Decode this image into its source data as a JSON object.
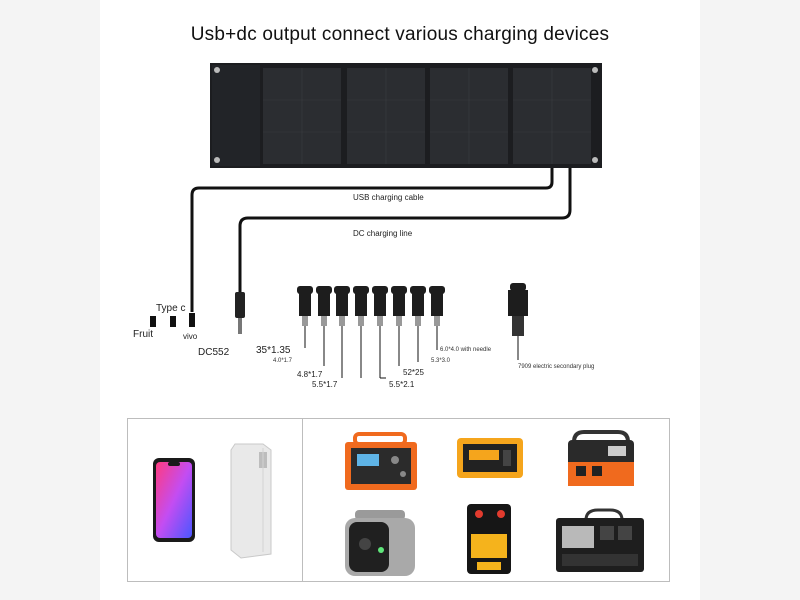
{
  "title": "Usb+dc output connect various charging devices",
  "cables": {
    "usb_label": "USB charging cable",
    "dc_label": "DC charging line"
  },
  "usb_connectors": {
    "type_c": "Type c",
    "fruit": "Fruit",
    "vivo": "vivo"
  },
  "dc_connectors": {
    "dc552": "DC552",
    "s1": "35*1.35",
    "s2": "4.0*1.7",
    "s3": "4.8*1.7",
    "s4": "5.5*1.7",
    "s5": "5.5*2.1",
    "s6": "52*25",
    "s7": "5.3*3.0",
    "s8": "6.0*4.0 with needle",
    "s9": "7909 electric secondary plug"
  },
  "colors": {
    "panel": "#1c1d20",
    "panel_cell": "#2a2c30",
    "cable": "#111111",
    "orange": "#f06a1e",
    "border": "#bdbdbd"
  },
  "devices": {
    "left": [
      "smartphone-icon",
      "power-bank-icon"
    ],
    "right": [
      "portable-power-station-icon",
      "jump-starter-icon",
      "power-station-icon",
      "portable-battery-icon",
      "car-jump-starter-icon",
      "inverter-charger-icon"
    ]
  }
}
